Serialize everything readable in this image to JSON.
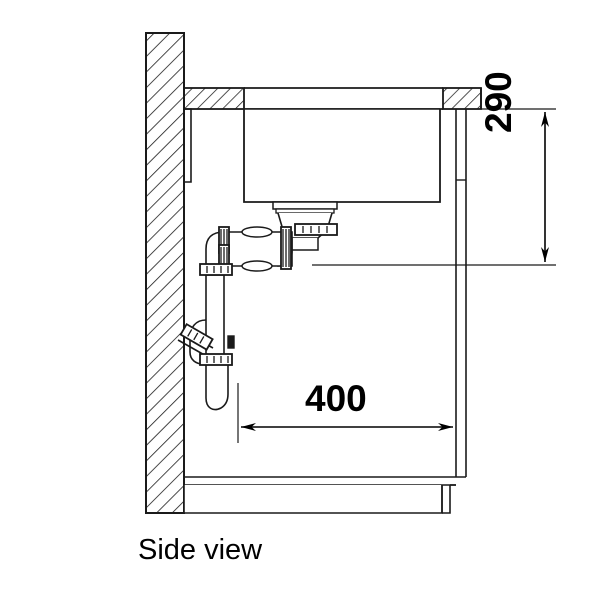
{
  "drawing": {
    "caption": "Side view",
    "view_type": "Side view",
    "line_color": "#1a1a1a",
    "fill_color": "#ffffff",
    "text_color": "#000000",
    "units": "mm"
  },
  "dimensions": {
    "vertical": {
      "label": "290",
      "orientation": "vertical",
      "description": "cabinet interior height below countertop"
    },
    "horizontal": {
      "label": "400",
      "orientation": "horizontal",
      "description": "distance from siphon centerline to cabinet front"
    }
  },
  "components": {
    "wall": "wall-hatched",
    "countertop": "countertop-hatched",
    "sink_bowl": "undermount-sink-bowl",
    "drain": "drain-strainer-basket",
    "siphon": "bottle-trap-siphon",
    "cabinet": "base-cabinet-carcass",
    "plinth": "toe-kick-plinth"
  }
}
